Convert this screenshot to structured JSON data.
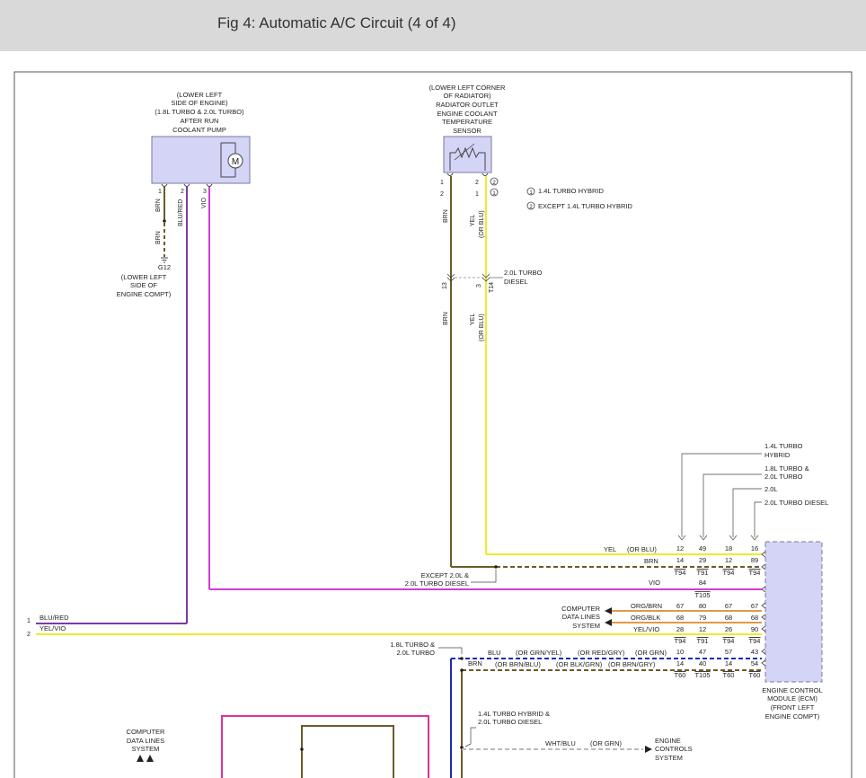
{
  "header": {
    "title": "Fig 4: Automatic A/C Circuit (4 of 4)"
  },
  "colors": {
    "brn": "#6b5a2a",
    "yel": "#ecec2a",
    "vio": "#d53bd5",
    "purple": "#7a3aa8",
    "blu": "#1a2bb5",
    "org": "#e09a4a",
    "module_fill": "#d4d4f7",
    "module_border": "#7a7a9a",
    "pink_box": "#e0309a",
    "gray": "#777777"
  },
  "pump": {
    "location": [
      "(LOWER LEFT",
      "SIDE OF ENGINE)",
      "(1.8L TURBO & 2.0L TURBO)",
      "AFTER RUN",
      "COOLANT PUMP"
    ],
    "motor_label": "M",
    "pin1": "1",
    "pin2": "2",
    "pin3": "3",
    "wire1": "BRN",
    "wire2": "BLU/RED",
    "wire3": "VIO",
    "wire_ground": "BRN",
    "ground": {
      "id": "G12",
      "lines": [
        "(LOWER LEFT",
        "SIDE OF",
        "ENGINE COMPT)"
      ]
    }
  },
  "sensor": {
    "location": [
      "(LOWER LEFT CORNER",
      "OF RADIATOR)",
      "RADIATOR OUTLET",
      "ENGINE COOLANT",
      "TEMPERATURE",
      "SENSOR"
    ],
    "pin_a1": "1",
    "pin_a2": "2",
    "pin_b1": "2",
    "pin_b2": "1",
    "wire_left": "BRN",
    "wire_right": "YEL",
    "wire_right_alt": "(OR BLU)",
    "callout_1": "2",
    "callout_2": "1"
  },
  "legend": [
    {
      "num": "1",
      "text": "1.4L TURBO HYBRID"
    },
    {
      "num": "2",
      "text": "EXCEPT 1.4L TURBO HYBRID"
    }
  ],
  "connector_t14": {
    "pin_left": "13",
    "pin_right": "3",
    "id": "T14",
    "note": [
      "2.0L TURBO",
      "DIESEL"
    ],
    "wire_left": "BRN",
    "wire_right": "YEL",
    "wire_right_alt": "(OR BLU)"
  },
  "variant_labels": [
    "1.4L TURBO",
    "HYBRID",
    "1.8L TURBO &",
    "2.0L TURBO",
    "2.0L",
    "2.0L TURBO DIESEL"
  ],
  "ecm_pins": {
    "row1": {
      "wire": "YEL",
      "alt": "(OR BLU)",
      "pins": [
        "12",
        "49",
        "18",
        "16"
      ]
    },
    "row2": {
      "wire": "BRN",
      "pins": [
        "14",
        "29",
        "12",
        "89"
      ]
    },
    "conn_row1": [
      "T94",
      "T91",
      "T94",
      "T94"
    ],
    "except_note": [
      "EXCEPT 2.0L &",
      "2.0L TURBO DIESEL"
    ],
    "vio": {
      "wire": "VIO",
      "pin": "84",
      "conn": "T105"
    },
    "data_lines": [
      "COMPUTER",
      "DATA LINES",
      "SYSTEM"
    ],
    "row3": {
      "wire": "ORG/BRN",
      "pins": [
        "67",
        "80",
        "67",
        "67"
      ]
    },
    "row4": {
      "wire": "ORG/BLK",
      "pins": [
        "68",
        "79",
        "68",
        "68"
      ]
    },
    "row5": {
      "wire": "YEL/VIO",
      "pins": [
        "28",
        "12",
        "26",
        "90"
      ]
    },
    "conn_row2": [
      "T94",
      "T91",
      "T94",
      "T94"
    ],
    "turbo_note": [
      "1.8L TURBO &",
      "2.0L TURBO"
    ],
    "row6": {
      "wire": "BLU",
      "alts": [
        "(OR GRN/YEL)",
        "(OR RED/GRY)",
        "(OR GRN)"
      ],
      "pins": [
        "10",
        "47",
        "57",
        "43"
      ]
    },
    "row7": {
      "wire": "BRN",
      "alts": [
        "(OR BRN/BLU)",
        "(OR BLK/GRN)",
        "(OR BRN/GRY)"
      ],
      "pins": [
        "14",
        "40",
        "14",
        "54"
      ]
    },
    "conn_row3": [
      "T60",
      "T105",
      "T60",
      "T60"
    ]
  },
  "ecm": {
    "lines": [
      "ENGINE CONTROL",
      "MODULE (ECM)",
      "(FRONT LEFT",
      "ENGINE COMPT)"
    ]
  },
  "left_wires": [
    {
      "num": "1",
      "label": "BLU/RED"
    },
    {
      "num": "2",
      "label": "YEL/VIO"
    }
  ],
  "bottom": {
    "hybrid_note": [
      "1.4L TURBO HYBRID &",
      "2.0L TURBO DIESEL"
    ],
    "wht_wire": "WHT/BLU",
    "wht_alt": "(OR GRN)",
    "engine_controls": [
      "ENGINE",
      "CONTROLS",
      "SYSTEM"
    ],
    "data_lines_left": [
      "COMPUTER",
      "DATA LINES",
      "SYSTEM"
    ]
  }
}
